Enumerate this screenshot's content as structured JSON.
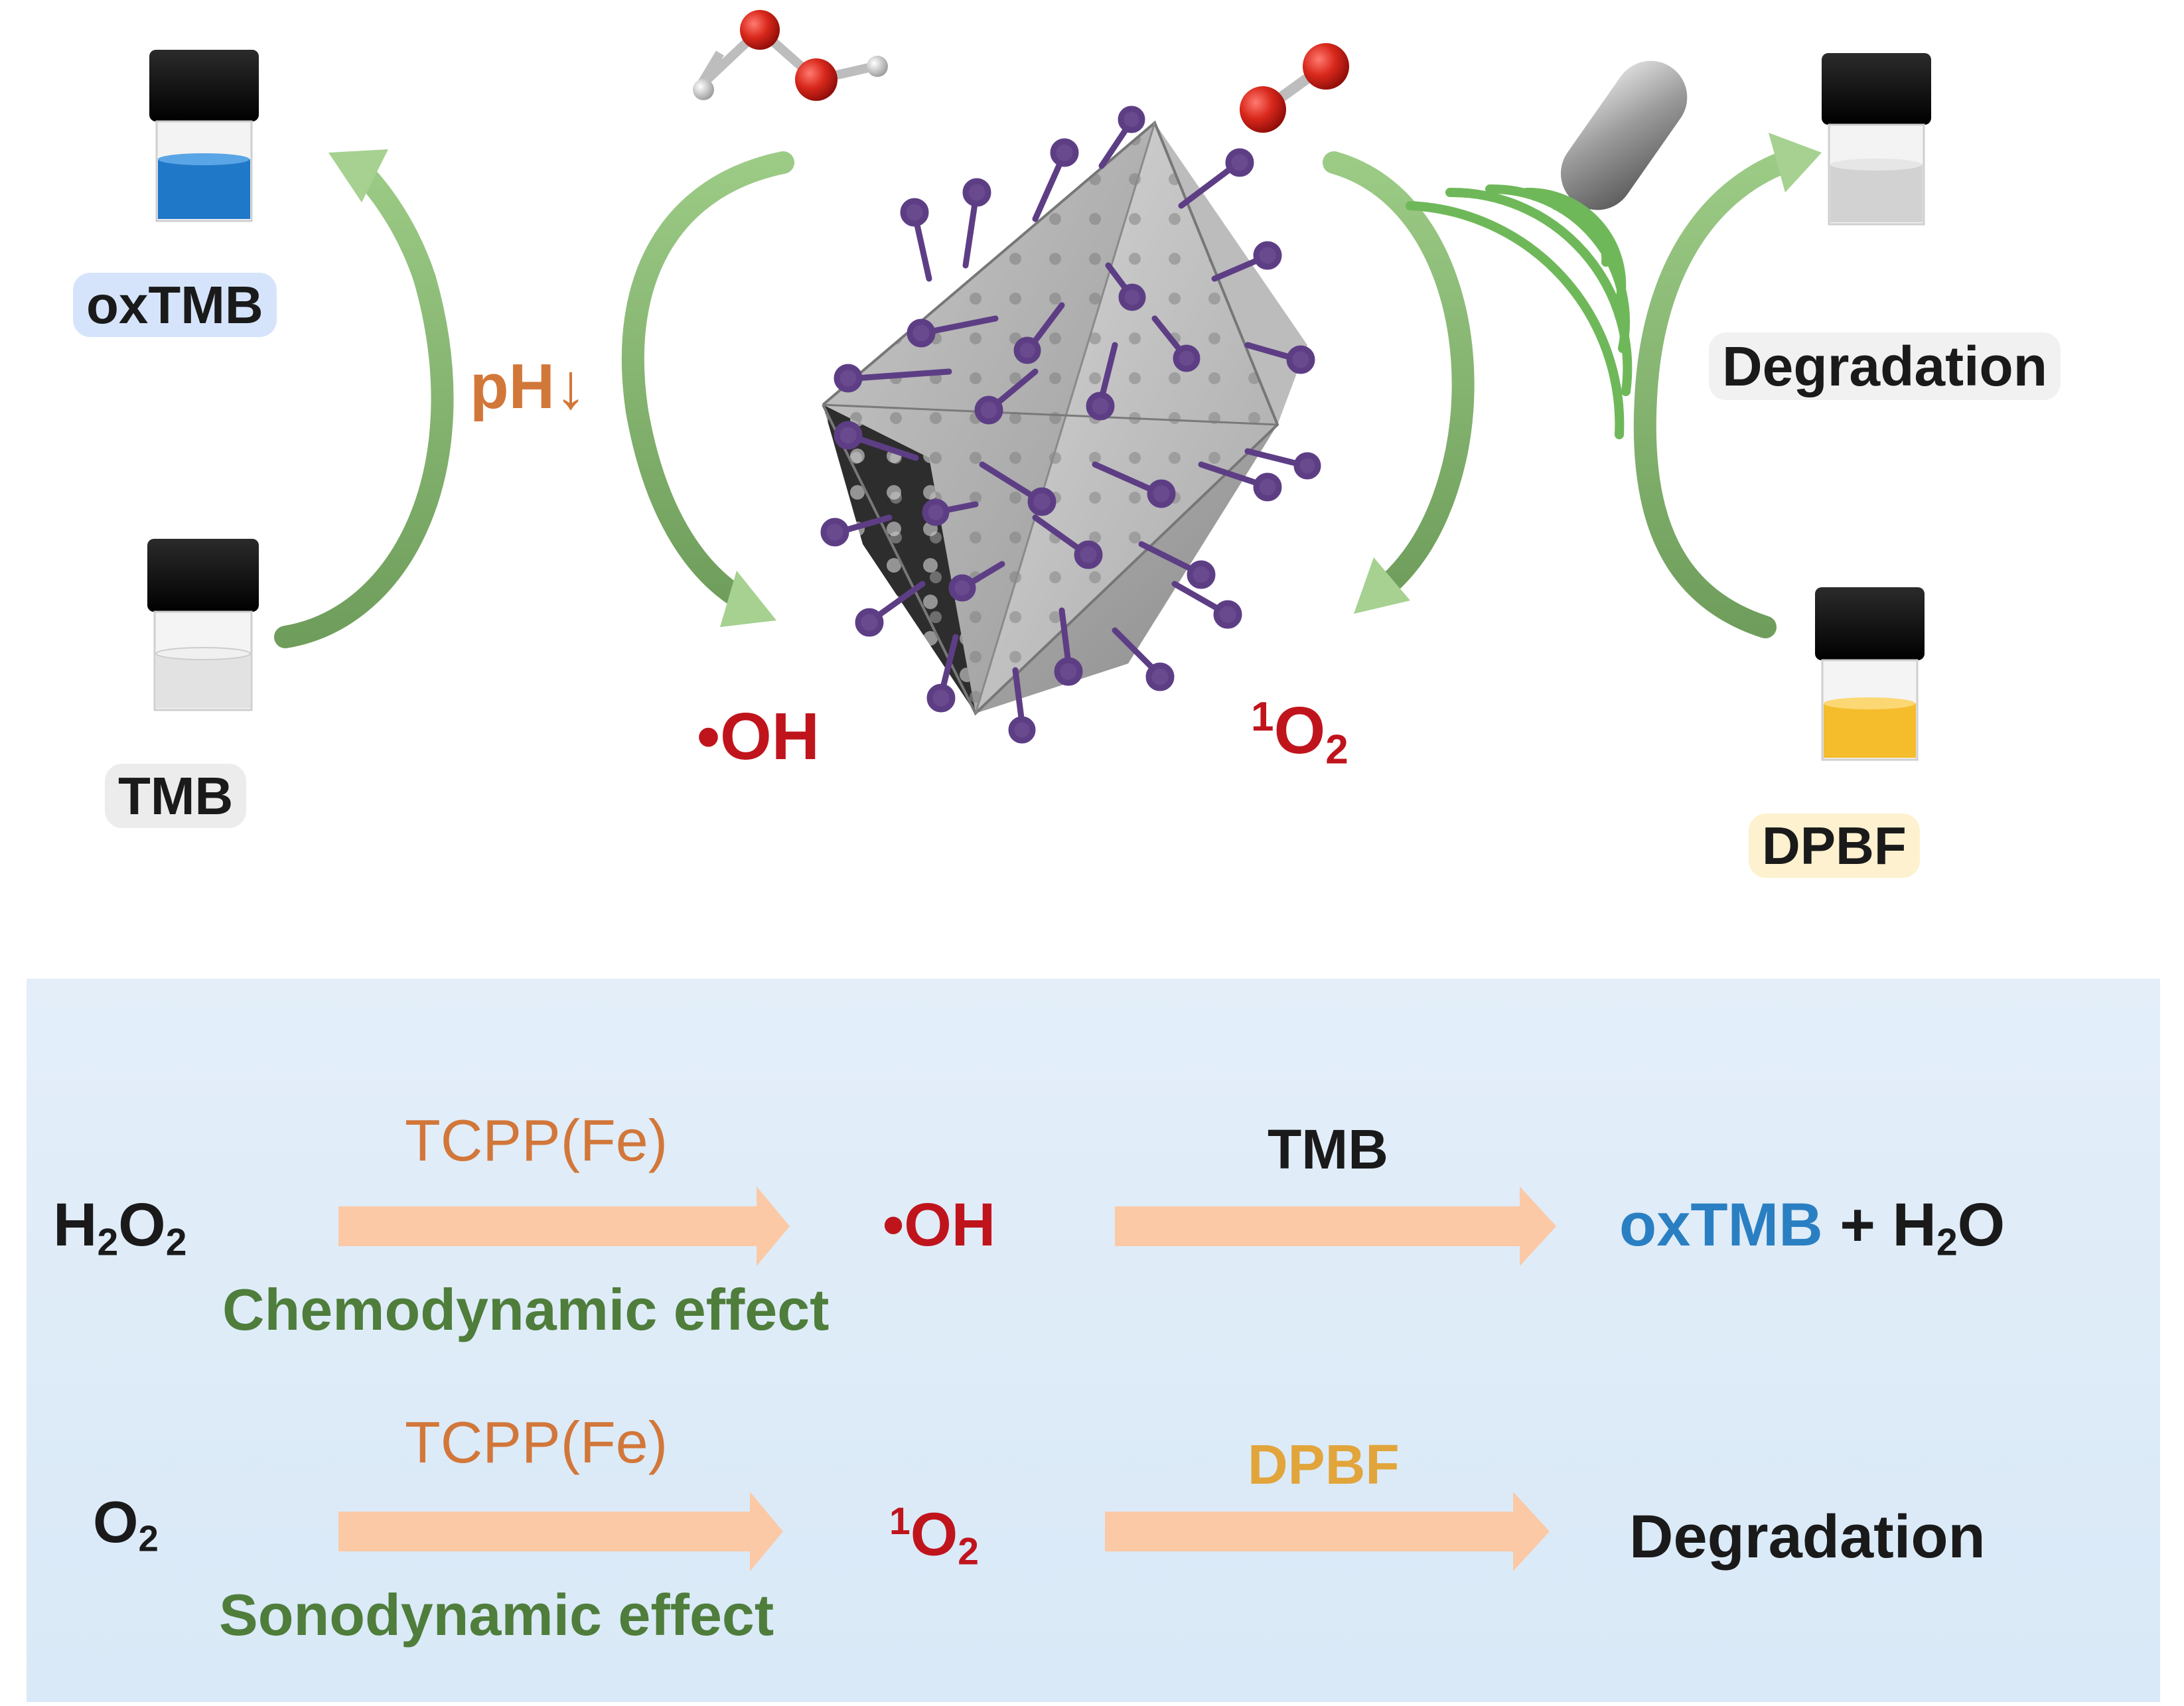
{
  "top": {
    "oxtmb_label": "oxTMB",
    "tmb_label": "TMB",
    "ph_label": "pH↓",
    "oh_label": "•OH",
    "singlet_sup": "1",
    "singlet_main": "O",
    "singlet_sub": "2",
    "degradation_label": "Degradation",
    "dpbf_label": "DPBF"
  },
  "equations": {
    "row1": {
      "reactant_main": "H",
      "reactant_sub1": "2",
      "reactant_mid": "O",
      "reactant_sub2": "2",
      "catalyst": "TCPP(Fe)",
      "effect": "Chemodynamic effect",
      "intermediate": "•OH",
      "reagent": "TMB",
      "product_colored": "oxTMB",
      "product_plus": "+ H",
      "product_sub": "2",
      "product_tail": "O"
    },
    "row2": {
      "reactant_main": "O",
      "reactant_sub": "2",
      "catalyst": "TCPP(Fe)",
      "effect": "Sonodynamic effect",
      "intermediate_sup": "1",
      "intermediate_main": "O",
      "intermediate_sub": "2",
      "reagent": "DPBF",
      "product": "Degradation"
    }
  },
  "colors": {
    "arrow_green": "#8fc07a",
    "arrow_peach": "#fbc9a6",
    "panel_blue": "#dde9f7",
    "dot_purple": "#6a4a8e",
    "oxtmb_blue": "#2a7fc2",
    "dpbf_yellow": "#f5c038"
  }
}
